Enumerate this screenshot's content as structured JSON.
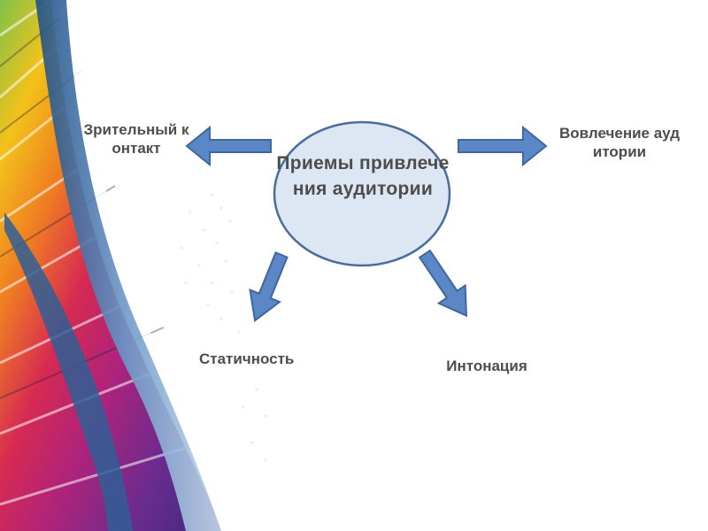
{
  "diagram": {
    "center": "Приемы привлечения аудитории",
    "nodes": {
      "eye_contact": "Зрительный контакт",
      "engagement": "Вовлечение аудитории",
      "stillness": "Статичность",
      "intonation": "Интонация"
    }
  },
  "colors": {
    "arrow_fill": "#5b87c7",
    "arrow_stroke": "#3f679f",
    "circle_fill": "#dde7f4",
    "circle_stroke": "#4a6d9c",
    "text": "#4d4d4d"
  }
}
